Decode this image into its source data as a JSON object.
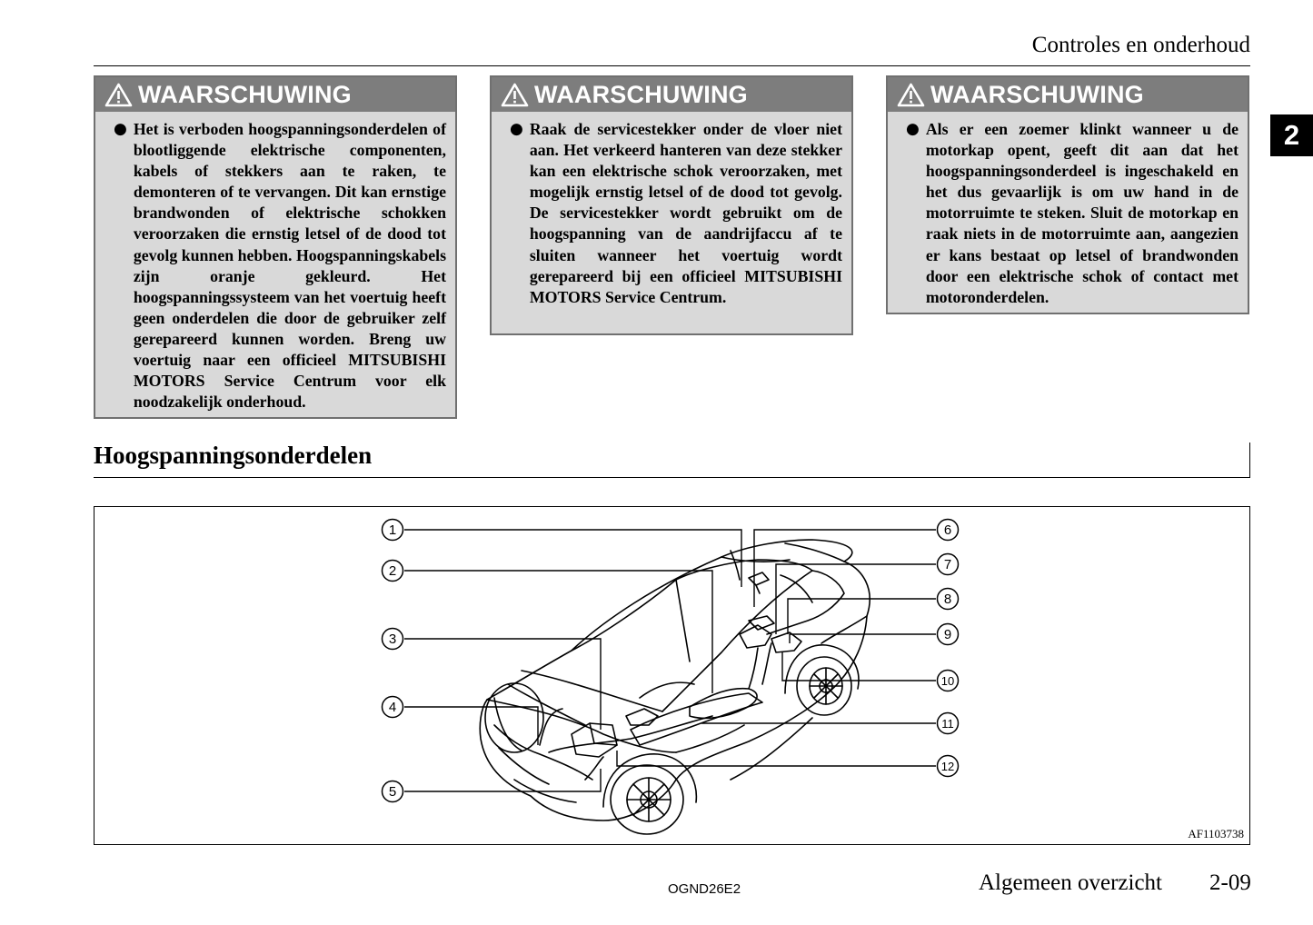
{
  "header": {
    "title": "Controles en onderhoud"
  },
  "chapter_tab": "2",
  "warnings": [
    {
      "heading": "WAARSCHUWING",
      "text": "Het is verboden hoogspanningsonderdelen of blootliggende elektrische componenten, kabels of stekkers aan te raken, te demonteren of te vervangen. Dit kan ernstige brandwonden of elektrische schokken veroorzaken die ernstig letsel of de dood tot gevolg kunnen hebben. Hoogspanningskabels zijn oranje gekleurd. Het hoogspanningssysteem van het voertuig heeft geen onderdelen die door de gebruiker zelf gerepareerd kunnen worden. Breng uw voertuig naar een officieel MITSUBISHI MOTORS Service Centrum voor elk noodzakelijk onderhoud."
    },
    {
      "heading": "WAARSCHUWING",
      "text": "Raak de servicestekker onder de vloer niet aan. Het verkeerd hanteren van deze stekker kan een elektrische schok veroorzaken, met mogelijk ernstig letsel of de dood tot gevolg. De servicestekker wordt gebruikt om de hoogspanning van de aandrijfaccu af te sluiten wanneer het voertuig wordt gerepareerd bij een officieel MITSUBISHI MOTORS Service Centrum."
    },
    {
      "heading": "WAARSCHUWING",
      "text": "Als er een zoemer klinkt wanneer u de motorkap opent, geeft dit aan dat het hoogspanningsonderdeel is ingeschakeld en het dus gevaarlijk is om uw hand in de motorruimte te steken. Sluit de motorkap en raak niets in de motorruimte aan, aangezien er kans bestaat op letsel of brandwonden door een elektrische schok of contact met motoronderdelen."
    }
  ],
  "section": {
    "title": "Hoogspanningsonderdelen"
  },
  "figure": {
    "code": "AF1103738",
    "callouts": [
      "1",
      "2",
      "3",
      "4",
      "5",
      "6",
      "7",
      "8",
      "9",
      "10",
      "11",
      "12"
    ]
  },
  "footer": {
    "code": "OGND26E2",
    "section": "Algemeen overzicht",
    "page": "2-09"
  },
  "colors": {
    "warning_header": "#7d7d7d",
    "warning_body": "#d9d9d9",
    "tab": "#000000"
  }
}
